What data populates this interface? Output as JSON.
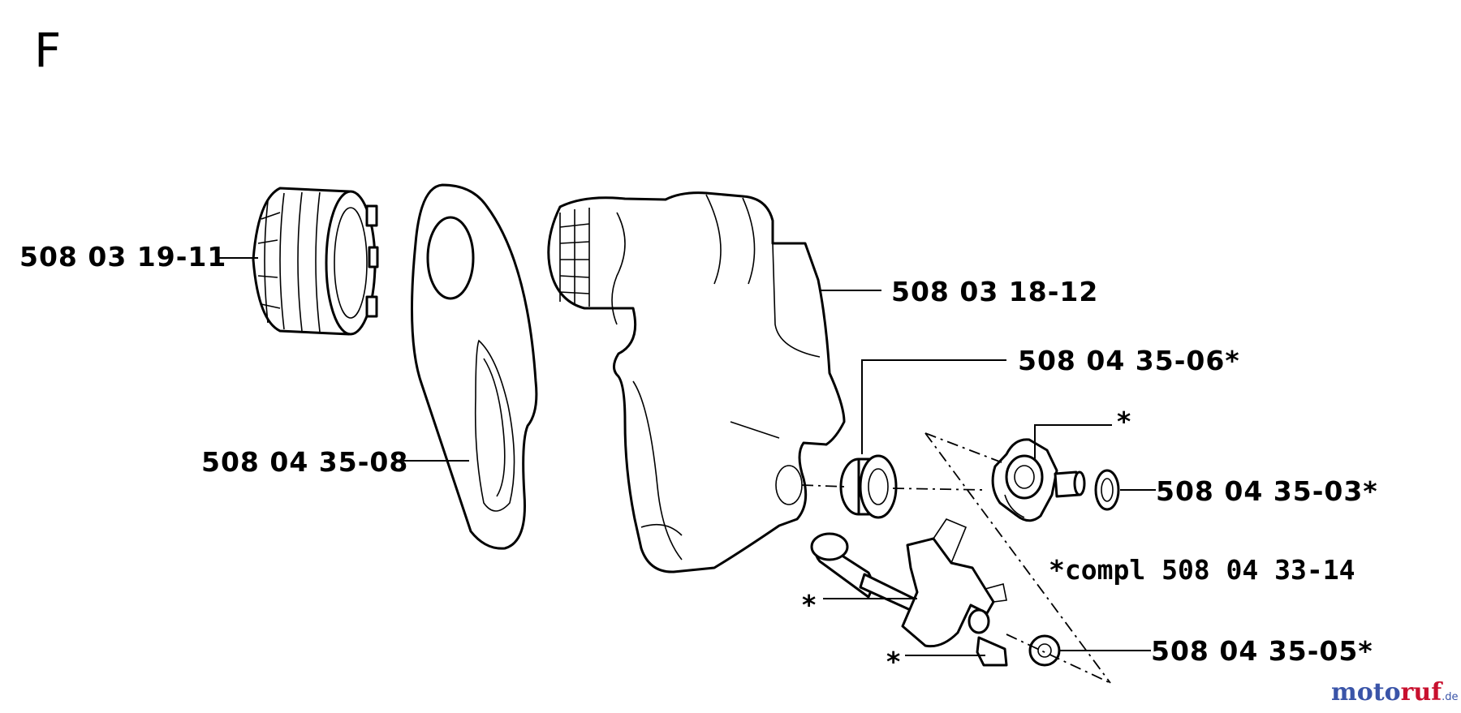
{
  "section_letter": "F",
  "parts": [
    {
      "id": "nut",
      "label": "508 03 19-11"
    },
    {
      "id": "housing",
      "label": "508 03 18-12"
    },
    {
      "id": "bushing",
      "label": "508 04 35-06*"
    },
    {
      "id": "cover-plate",
      "label": "508 04 35-08"
    },
    {
      "id": "o-ring",
      "label": "508 04 35-03*"
    },
    {
      "id": "assembly",
      "label": "*compl 508 04 33-14"
    },
    {
      "id": "washer",
      "label": "508 04 35-05*"
    }
  ],
  "asterisk": "*",
  "watermark": {
    "main_blue": "moto",
    "main_red": "ruf",
    "suffix": ".de"
  }
}
